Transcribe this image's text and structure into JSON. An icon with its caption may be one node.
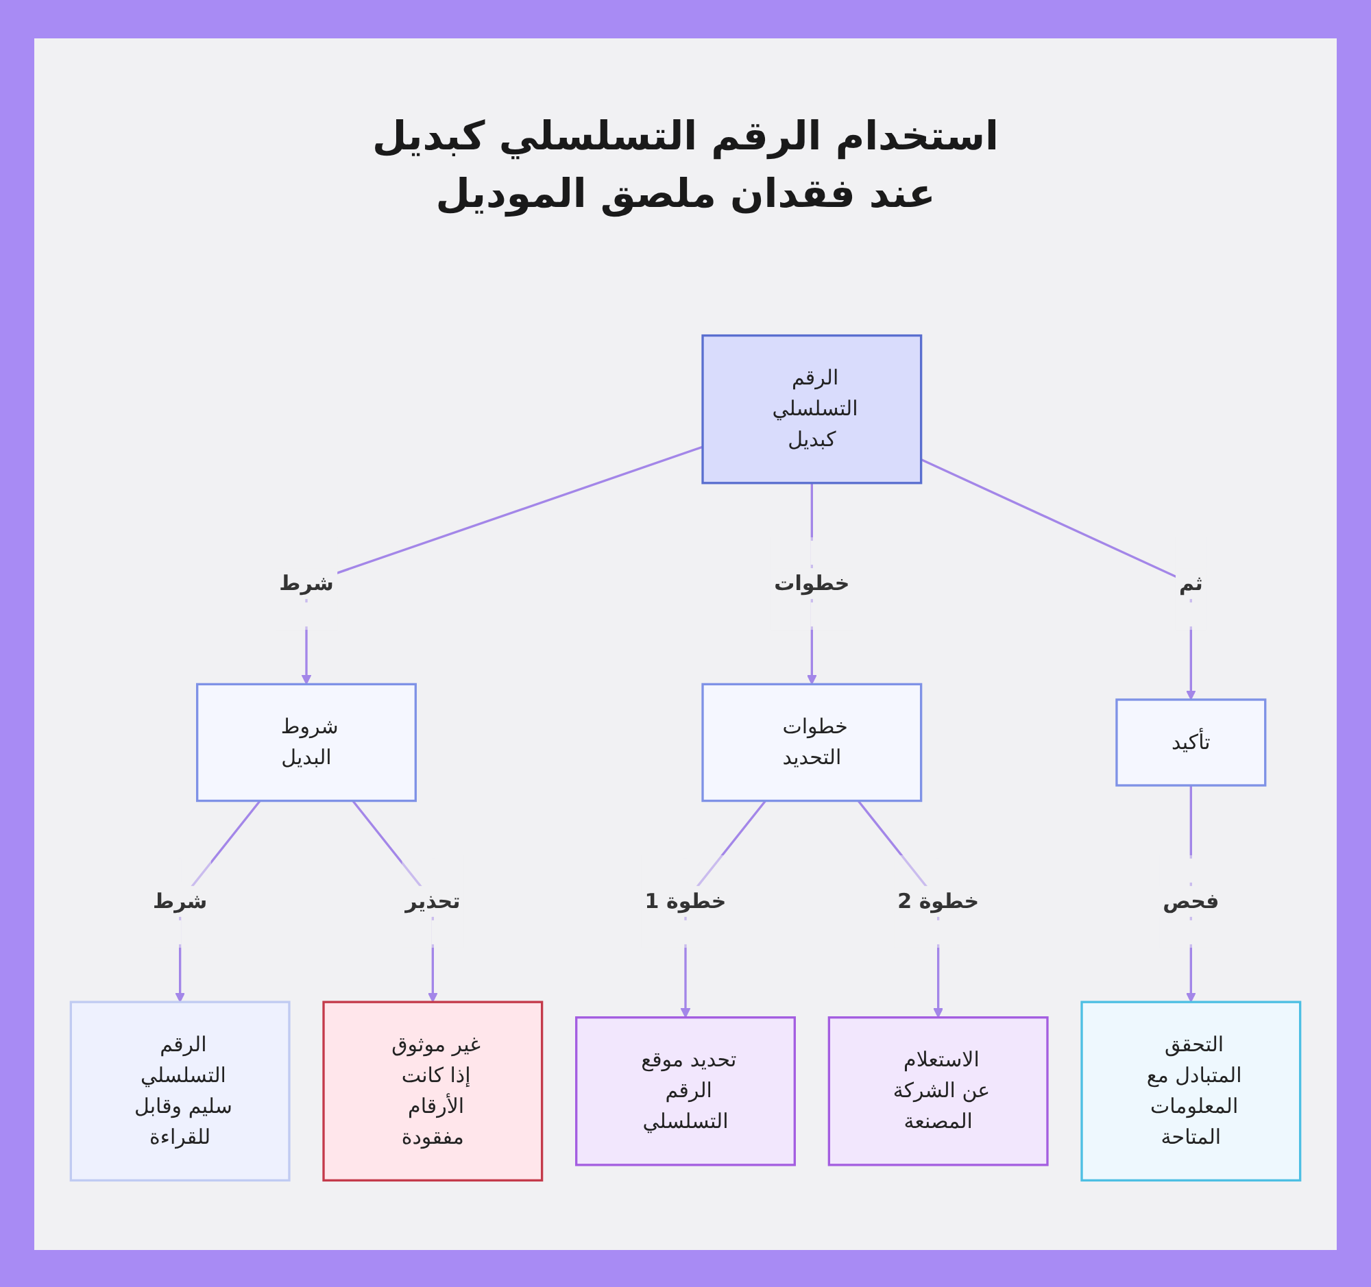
{
  "diagram": {
    "title": "استخدام الرقم التسلسلي كبديل عند فقدان ملصق الموديل",
    "nodes": [
      {
        "text": [
          "الرقم التسلسلي كبديل"
        ]
      },
      {
        "text": [
          "شروط البديل"
        ]
      },
      {
        "text": [
          "خطوات التحديد"
        ]
      },
      {
        "text": [
          "تأكيد"
        ]
      },
      {
        "text": [
          "الرقم التسلسلي سليم وقابل للقراءة"
        ]
      },
      {
        "text": [
          "غير موثوق إذا كانت الأرقام مفقودة"
        ]
      },
      {
        "text": [
          "تحديد موقع الرقم التسلسلي"
        ]
      },
      {
        "text": [
          "الاستعلام عن الشركة المصنعة"
        ]
      },
      {
        "text": [
          "التحقق المتبادل مع المعلومات المتاحة"
        ]
      }
    ],
    "edges": [
      {
        "from": 0,
        "to": 1,
        "arrow": "to",
        "label": "شرط"
      },
      {
        "from": 0,
        "to": 2,
        "arrow": "to",
        "label": "خطوات"
      },
      {
        "from": 0,
        "to": 3,
        "arrow": "to",
        "label": "ثم"
      },
      {
        "from": 1,
        "to": 4,
        "arrow": "to",
        "label": "شرط"
      },
      {
        "from": 1,
        "to": 5,
        "arrow": "to",
        "label": "تحذير"
      },
      {
        "from": 2,
        "to": 6,
        "arrow": "to",
        "label": "خطوة 1"
      },
      {
        "from": 2,
        "to": 7,
        "arrow": "to",
        "label": "خطوة 2"
      },
      {
        "from": 3,
        "to": 8,
        "arrow": "to",
        "label": "فحص"
      }
    ]
  }
}
